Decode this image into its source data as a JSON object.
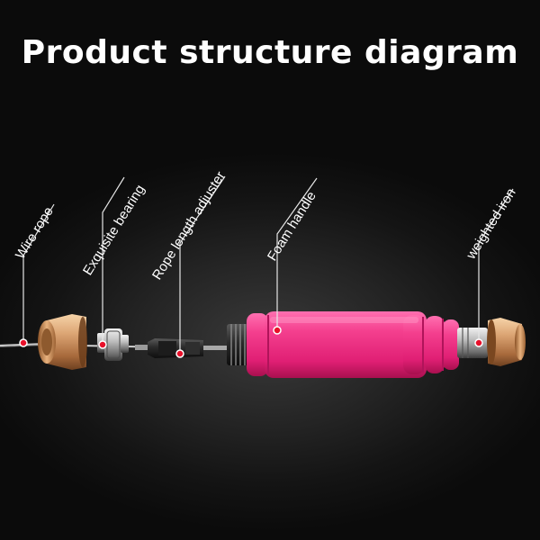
{
  "title": "Product structure diagram",
  "labels": {
    "wire_rope": "Wire rope",
    "bearing": "Exquisite bearing",
    "adjuster": "Rope length adjuster",
    "foam_handle": "Foam handle",
    "weighted_iron": "weighted iron"
  },
  "colors": {
    "foam": "#f23a8a",
    "copper": "#d9a070",
    "marker": "#e8102a"
  }
}
